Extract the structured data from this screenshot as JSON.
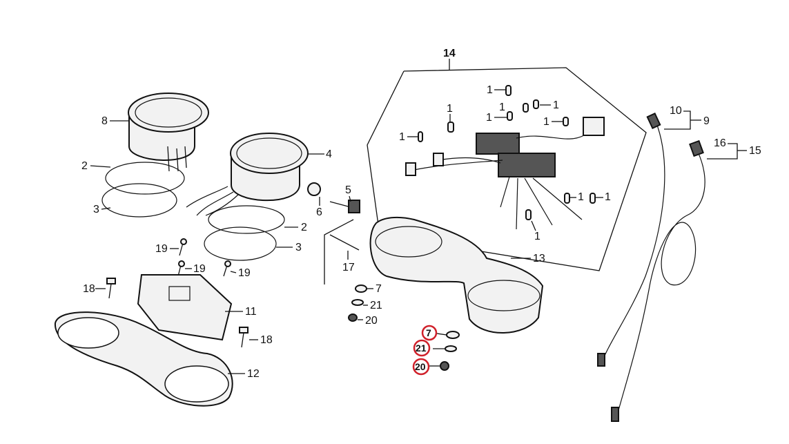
{
  "labels": {
    "p14": "14",
    "p8": "8",
    "p4": "4",
    "p2a": "2",
    "p2b": "2",
    "p3a": "3",
    "p3b": "3",
    "p5": "5",
    "p6": "6",
    "p17": "17",
    "p13": "13",
    "p7": "7",
    "p21": "21",
    "p20": "20",
    "p11": "11",
    "p12": "12",
    "p18a": "18",
    "p18b": "18",
    "p19a": "19",
    "p19b": "19",
    "p19c": "19",
    "p10": "10",
    "p9": "9",
    "p16": "16",
    "p15": "15",
    "p1": "1"
  },
  "highlighted": {
    "h7": "7",
    "h21": "21",
    "h20": "20"
  },
  "colors": {
    "highlight": "#d0202a",
    "ink": "#111111"
  }
}
